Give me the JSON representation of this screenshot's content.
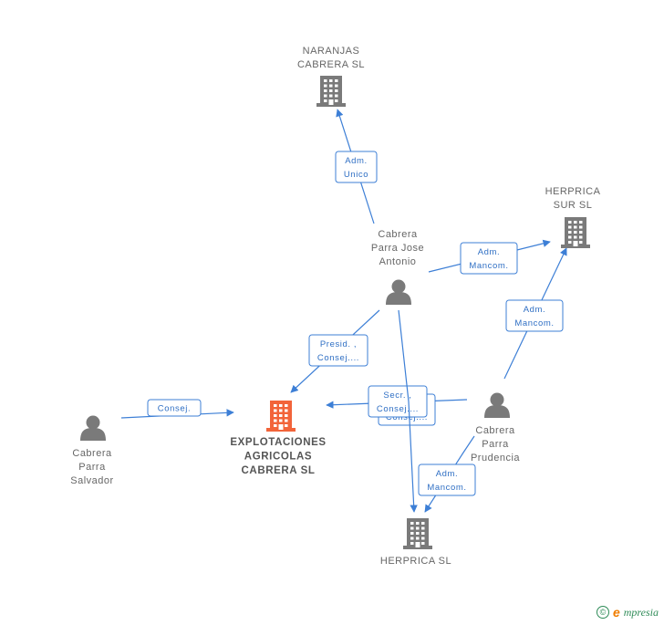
{
  "nodes": [
    {
      "id": "naranjas",
      "type": "company",
      "lines": [
        "NARANJAS",
        "CABRERA SL"
      ],
      "main": false,
      "color": "#7a7a7a"
    },
    {
      "id": "herprica_sur",
      "type": "company",
      "lines": [
        "HERPRICA",
        "SUR SL"
      ],
      "main": false,
      "color": "#7a7a7a"
    },
    {
      "id": "jose_antonio",
      "type": "person",
      "lines": [
        "Cabrera",
        "Parra Jose",
        "Antonio"
      ],
      "main": false,
      "color": "#7a7a7a"
    },
    {
      "id": "explotaciones",
      "type": "company",
      "lines": [
        "EXPLOTACIONES",
        "AGRICOLAS",
        "CABRERA SL"
      ],
      "main": true,
      "color": "#f2643a"
    },
    {
      "id": "salvador",
      "type": "person",
      "lines": [
        "Cabrera",
        "Parra",
        "Salvador"
      ],
      "main": false,
      "color": "#7a7a7a"
    },
    {
      "id": "prudencia",
      "type": "person",
      "lines": [
        "Cabrera",
        "Parra",
        "Prudencia"
      ],
      "main": false,
      "color": "#7a7a7a"
    },
    {
      "id": "herprica",
      "type": "company",
      "lines": [
        "HERPRICA SL"
      ],
      "main": false,
      "color": "#7a7a7a"
    }
  ],
  "edges": [
    {
      "id": "e1",
      "from": "jose_antonio",
      "to": "naranjas",
      "lines": [
        "Adm.",
        "Unico"
      ]
    },
    {
      "id": "e2",
      "from": "jose_antonio",
      "to": "herprica_sur",
      "lines": [
        "Adm.",
        "Mancom."
      ]
    },
    {
      "id": "e3",
      "from": "prudencia",
      "to": "herprica_sur",
      "lines": [
        "Adm.",
        "Mancom."
      ]
    },
    {
      "id": "e4",
      "from": "jose_antonio",
      "to": "explotaciones",
      "lines": [
        "Presid. ,",
        "Consej...."
      ]
    },
    {
      "id": "e5",
      "from": "salvador",
      "to": "explotaciones",
      "lines": [
        "Consej."
      ]
    },
    {
      "id": "e6",
      "from": "prudencia",
      "to": "explotaciones",
      "lines": [
        "Secr. ,",
        "Consej...."
      ]
    },
    {
      "id": "e7",
      "from": "jose_antonio",
      "to": "herprica",
      "lines": [
        "Adm.",
        "Mancom."
      ]
    },
    {
      "id": "e8",
      "from": "prudencia",
      "to": "herprica",
      "lines": [
        "Adm.",
        "Mancom."
      ]
    }
  ],
  "edge_color": "#3d7fd6",
  "footer": {
    "symbol": "©",
    "brand_initial": "e",
    "brand_rest": "mpresia"
  }
}
